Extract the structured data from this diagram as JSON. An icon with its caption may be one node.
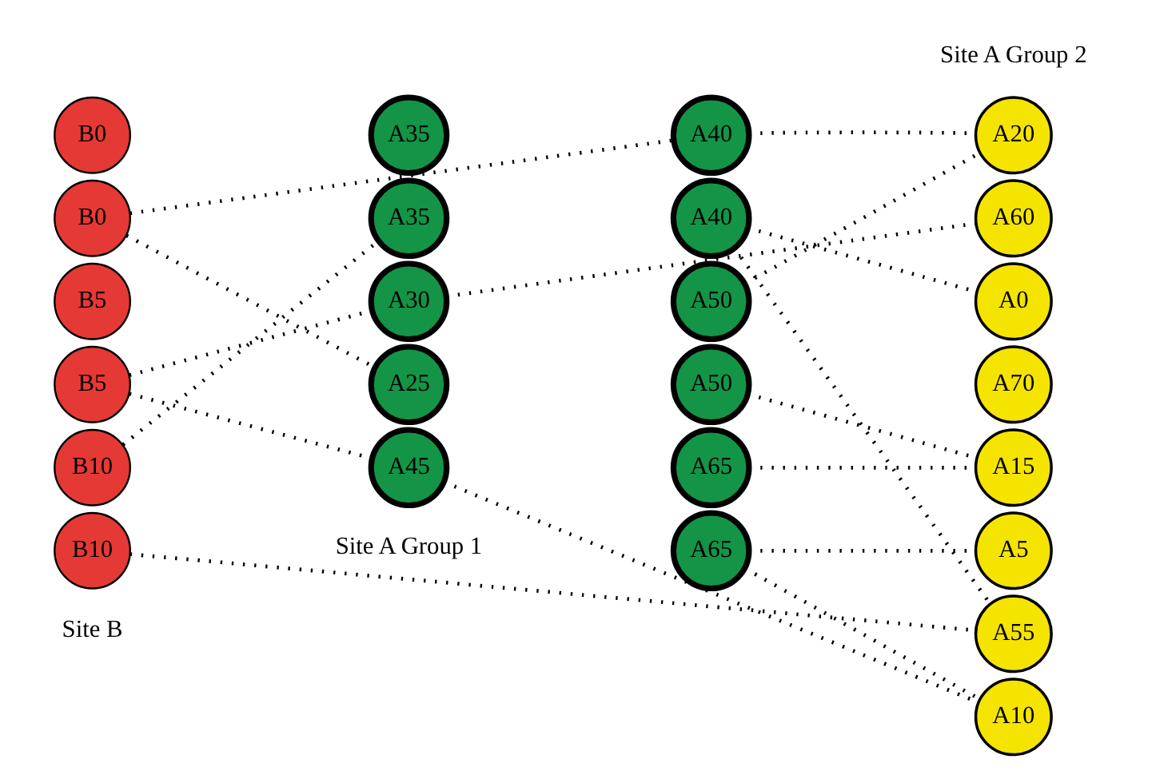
{
  "diagram": {
    "nodes": [
      {
        "text": [
          "B0"
        ]
      },
      {
        "text": [
          "B0"
        ]
      },
      {
        "text": [
          "B5"
        ]
      },
      {
        "text": [
          "B5"
        ]
      },
      {
        "text": [
          "B10"
        ]
      },
      {
        "text": [
          "B10"
        ]
      },
      {
        "text": [
          "A35"
        ]
      },
      {
        "text": [
          "A35"
        ]
      },
      {
        "text": [
          "A30"
        ]
      },
      {
        "text": [
          "A25"
        ]
      },
      {
        "text": [
          "A45"
        ]
      },
      {
        "text": [
          "A40"
        ]
      },
      {
        "text": [
          "A40"
        ]
      },
      {
        "text": [
          "A50"
        ]
      },
      {
        "text": [
          "A50"
        ]
      },
      {
        "text": [
          "A65"
        ]
      },
      {
        "text": [
          "A65"
        ]
      },
      {
        "text": [
          "A20"
        ]
      },
      {
        "text": [
          "A60"
        ]
      },
      {
        "text": [
          "A0"
        ]
      },
      {
        "text": [
          "A70"
        ]
      },
      {
        "text": [
          "A15"
        ]
      },
      {
        "text": [
          "A5"
        ]
      },
      {
        "text": [
          "A55"
        ]
      },
      {
        "text": [
          "A10"
        ]
      }
    ],
    "edges": [
      {
        "from": 1,
        "to": 11,
        "arrow": "none",
        "style": "dashed"
      },
      {
        "from": 1,
        "to": 9,
        "arrow": "none",
        "style": "dashed"
      },
      {
        "from": 3,
        "to": 8,
        "arrow": "none",
        "style": "dashed"
      },
      {
        "from": 3,
        "to": 10,
        "arrow": "none",
        "style": "dashed"
      },
      {
        "from": 4,
        "to": 7,
        "arrow": "none",
        "style": "dashed"
      },
      {
        "from": 5,
        "to": 23,
        "arrow": "none",
        "style": "dashed"
      },
      {
        "from": 11,
        "to": 17,
        "arrow": "none",
        "style": "dashed"
      },
      {
        "from": 12,
        "to": 19,
        "arrow": "none",
        "style": "dashed"
      },
      {
        "from": 12,
        "to": 23,
        "arrow": "none",
        "style": "dashed"
      },
      {
        "from": 8,
        "to": 18,
        "arrow": "none",
        "style": "dashed"
      },
      {
        "from": 13,
        "to": 17,
        "arrow": "none",
        "style": "dashed"
      },
      {
        "from": 14,
        "to": 21,
        "arrow": "none",
        "style": "dashed"
      },
      {
        "from": 10,
        "to": 24,
        "arrow": "none",
        "style": "dashed"
      },
      {
        "from": 15,
        "to": 21,
        "arrow": "none",
        "style": "dashed"
      },
      {
        "from": 16,
        "to": 22,
        "arrow": "none",
        "style": "dashed"
      },
      {
        "from": 16,
        "to": 24,
        "arrow": "none",
        "style": "dashed"
      }
    ],
    "labels": [
      "Site A Group 2",
      "Site B",
      "Site A Group 1"
    ]
  }
}
